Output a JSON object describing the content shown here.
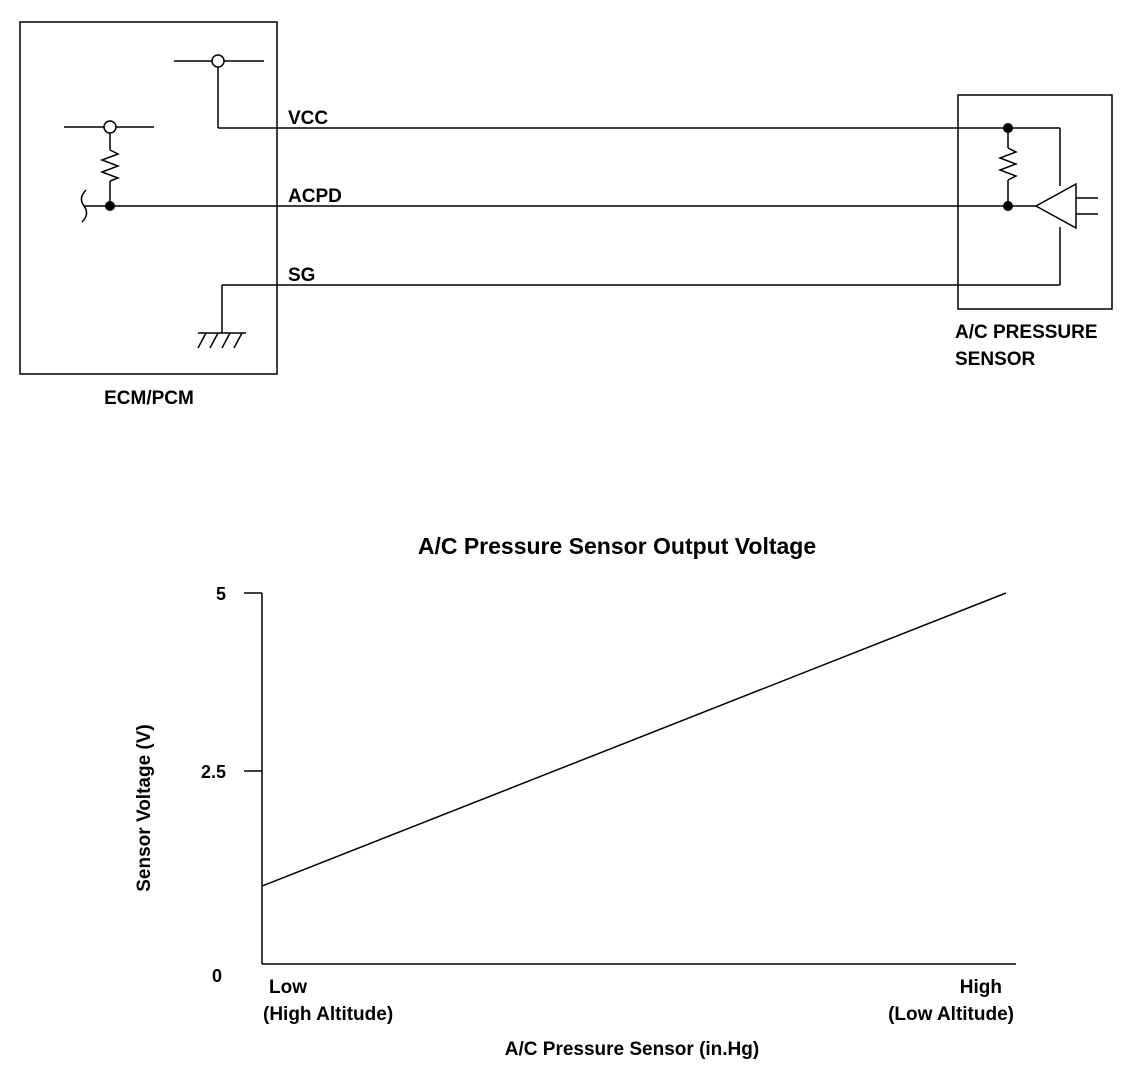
{
  "schematic": {
    "ecm_label": "ECM/PCM",
    "sensor_label_line1": "A/C PRESSURE",
    "sensor_label_line2": "SENSOR",
    "wires": [
      {
        "name": "vcc",
        "label": "VCC"
      },
      {
        "name": "acpd",
        "label": "ACPD"
      },
      {
        "name": "sg",
        "label": "SG"
      }
    ]
  },
  "chart_data": {
    "type": "line",
    "title": "A/C Pressure Sensor Output Voltage",
    "xlabel": "A/C Pressure Sensor (in.Hg)",
    "ylabel": "Sensor Voltage (V)",
    "yticks": [
      "5",
      "2.5",
      "0"
    ],
    "ylim": [
      0,
      5
    ],
    "x_low_label": "Low",
    "x_low_sub": "(High Altitude)",
    "x_high_label": "High",
    "x_high_sub": "(Low Altitude)",
    "series": [
      {
        "x": [
          0,
          1
        ],
        "y": [
          1.05,
          5.0
        ]
      }
    ]
  }
}
